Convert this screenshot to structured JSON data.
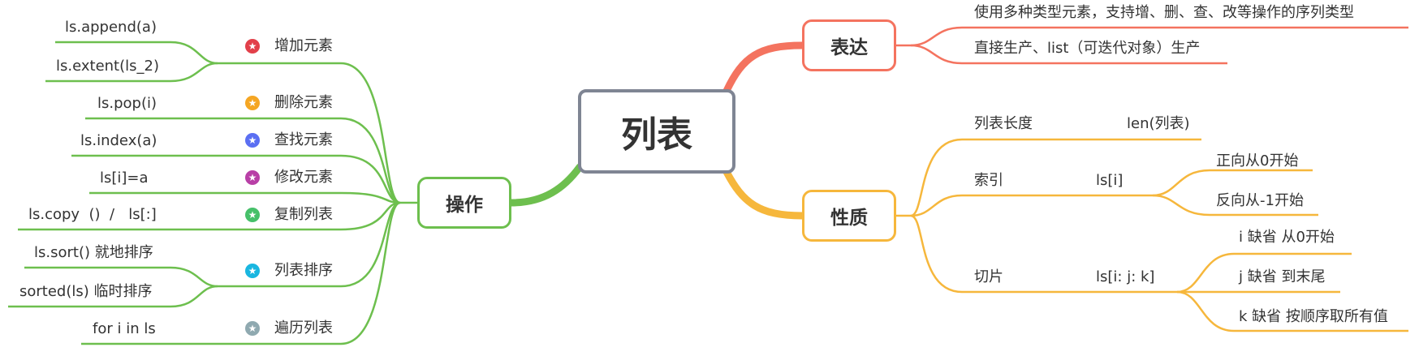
{
  "colors": {
    "green": "#6dbf4e",
    "orange": "#f6b73c",
    "red": "#f4735f",
    "root_border": "#7f8593",
    "star_red": "#e2404a",
    "star_orange": "#f5a623",
    "star_blue": "#5b6ff2",
    "star_purple": "#b83fa6",
    "star_green": "#46c06a",
    "star_cyan": "#19b6e0",
    "star_gray": "#8fa9b0"
  },
  "root": {
    "label": "列表"
  },
  "expression": {
    "label": "表达",
    "items": [
      "使用多种类型元素，支持增、删、查、改等操作的序列类型",
      "直接生产、list（可迭代对象）生产"
    ]
  },
  "properties": {
    "label": "性质",
    "length": {
      "label": "列表长度",
      "value": "len(列表)"
    },
    "index": {
      "label": "索引",
      "value": "ls[i]",
      "children": [
        "正向从0开始",
        "反向从-1开始"
      ]
    },
    "slice": {
      "label": "切片",
      "value": "ls[i: j: k]",
      "children": [
        "i 缺省 从0开始",
        "j 缺省 到末尾",
        "k 缺省 按顺序取所有值"
      ]
    }
  },
  "operations": {
    "label": "操作",
    "groups": [
      {
        "label": "增加元素",
        "icon": "star-icon",
        "items": [
          "ls.append(a)",
          "ls.extent(ls_2)"
        ]
      },
      {
        "label": "删除元素",
        "icon": "star-icon",
        "items": [
          "ls.pop(i)"
        ]
      },
      {
        "label": "查找元素",
        "icon": "star-icon",
        "items": [
          "ls.index(a)"
        ]
      },
      {
        "label": "修改元素",
        "icon": "star-icon",
        "items": [
          "ls[i]=a"
        ]
      },
      {
        "label": "复制列表",
        "icon": "star-icon",
        "items": [
          "ls.copy  ()  /   ls[:]"
        ]
      },
      {
        "label": "列表排序",
        "icon": "star-icon",
        "items": [
          "ls.sort() 就地排序",
          "sorted(ls) 临时排序"
        ]
      },
      {
        "label": "遍历列表",
        "icon": "star-icon",
        "items": [
          "for i in ls"
        ]
      }
    ]
  }
}
